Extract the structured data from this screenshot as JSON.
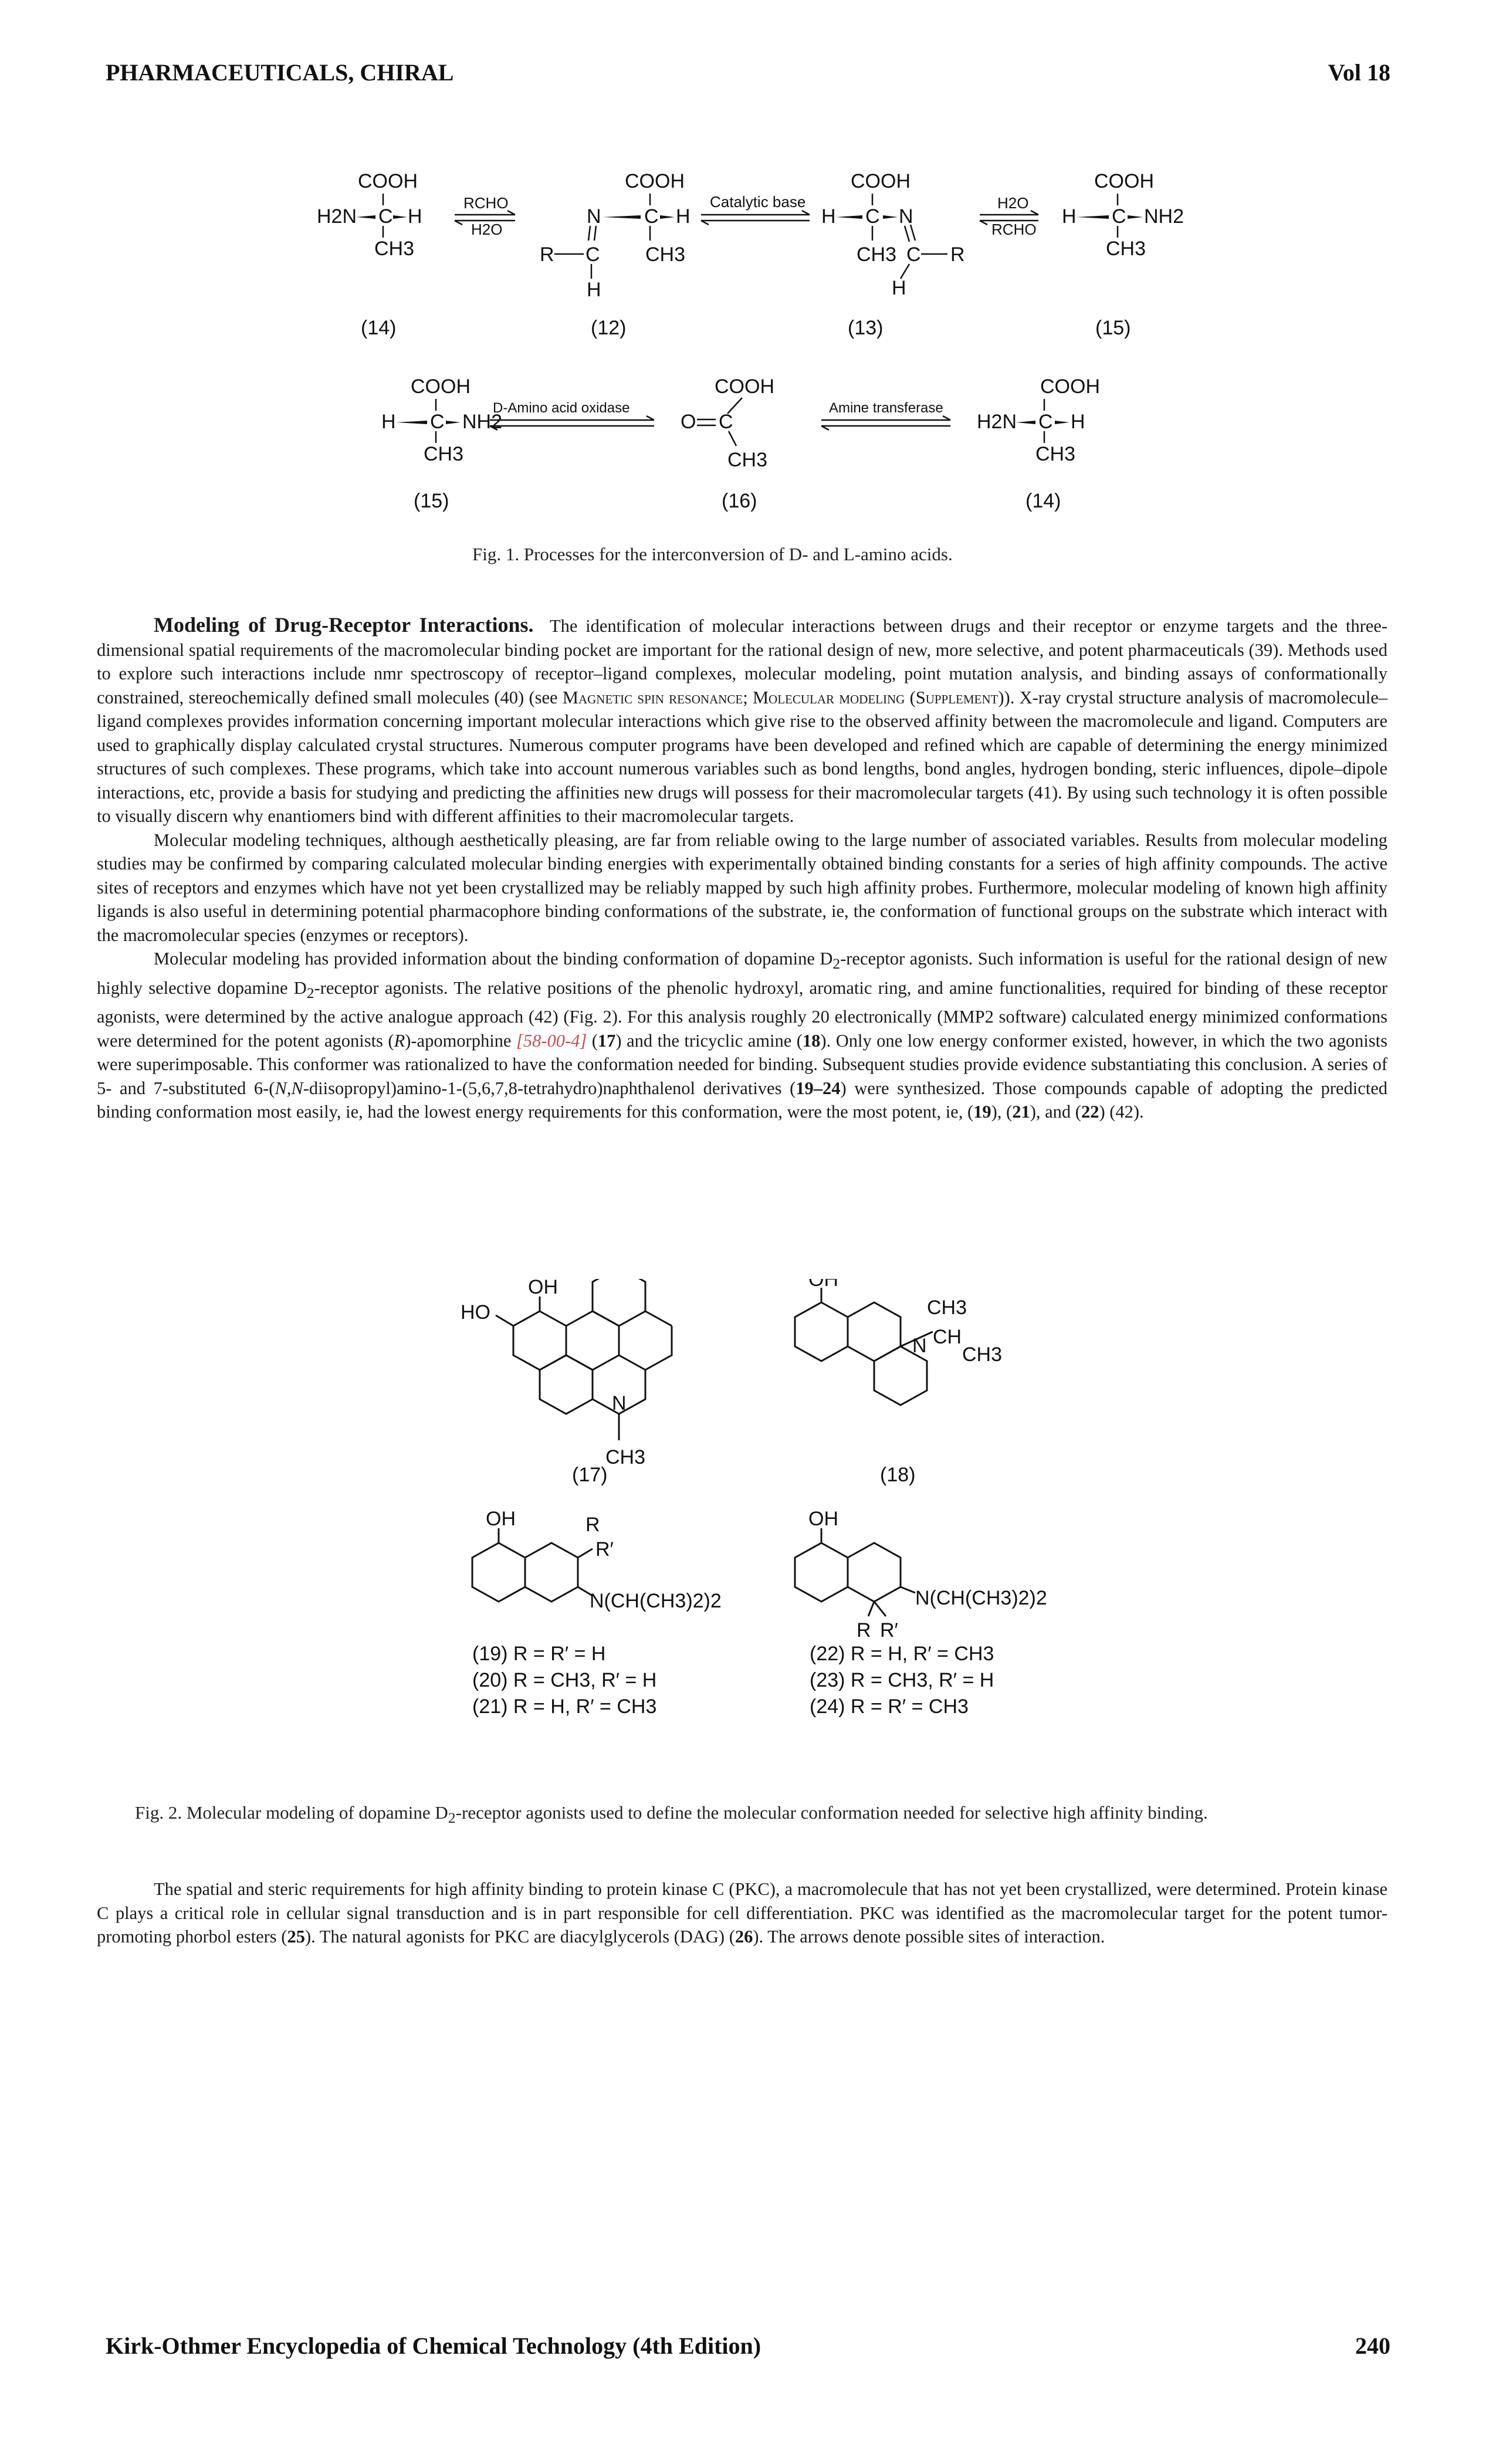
{
  "header": {
    "left": "PHARMACEUTICALS, CHIRAL",
    "right": "Vol 18"
  },
  "footer": {
    "left": "Kirk-Othmer Encyclopedia of Chemical Technology (4th Edition)",
    "right": "240"
  },
  "fig1": {
    "caption": "Fig. 1. Processes for the interconversion of D- and L-amino acids.",
    "row1": {
      "labels": [
        "(14)",
        "(12)",
        "(13)",
        "(15)"
      ],
      "cooh": "COOH",
      "ch3": "CH3",
      "h": "H",
      "r": "R",
      "n": "N",
      "c": "C",
      "h2n": "H2N",
      "nh2": "NH2",
      "arrow1_top": "RCHO",
      "arrow1_bottom": "H2O",
      "arrow2_top": "Catalytic base",
      "arrow3_top": "H2O",
      "arrow3_bottom": "RCHO"
    },
    "row2": {
      "labels": [
        "(15)",
        "(16)",
        "(14)"
      ],
      "arrow1_top": "D-Amino acid oxidase",
      "arrow2_top": "Amine transferase"
    }
  },
  "section": {
    "heading": "Modeling of Drug-Receptor Interactions.",
    "p1": [
      "The identification of molecular interactions between drugs and their receptor or enzyme targets and the three-dimensional spatial requirements of the macromolecular binding pocket are important for the rational design of new, more selective, and potent pharmaceuticals (39). Methods used to explore such interactions include nmr spectroscopy of receptor–ligand complexes, molecular modeling, point mutation analysis, and binding assays of conformationally constrained, stereochemically defined small molecules (40) (see ",
      "Magnetic spin resonance",
      "; ",
      "Molecular modeling (Supplement)",
      "). X-ray crystal structure analysis of macromolecule–ligand complexes provides information concerning important molecular interactions which give rise to the observed affinity between the macromolecule and ligand. Computers are used to graphically display calculated crystal structures. Numerous computer programs have been developed and refined which are capable of determining the energy minimized structures of such complexes. These programs, which take into account numerous variables such as bond lengths, bond angles, hydrogen bonding, steric influences, dipole–dipole interactions, etc, provide a basis for studying and predicting the affinities new drugs will possess for their macromolecular targets (41). By using such technology it is often possible to visually discern why enantiomers bind with different affinities to their macromolecular targets."
    ],
    "p2": "Molecular modeling techniques, although aesthetically pleasing, are far from reliable owing to the large number of associated variables. Results from molecular modeling studies may be confirmed by comparing calculated molecular binding energies with experimentally obtained binding constants for a series of high affinity compounds. The active sites of receptors and enzymes which have not yet been crystallized may be reliably mapped by such high affinity probes. Furthermore, molecular modeling of known high affinity ligands is also useful in determining potential pharmacophore binding conformations of the substrate, ie, the conformation of functional groups on the substrate which interact with the macromolecular species (enzymes or receptors).",
    "p3": {
      "a": "Molecular modeling has provided information about the binding conformation of dopamine D",
      "sub": "2",
      "b": "-receptor agonists. Such information is useful for the rational design of new highly selective dopamine D",
      "sub2": "2",
      "c": "-receptor agonists. The relative positions of the phenolic hydroxyl, aromatic ring, and amine functionalities, required for binding of these receptor agonists, were determined by the active analogue approach (42) (Fig. 2). For this analysis roughly 20 electronically (MMP2 software) calculated energy minimized conformations were determined for the potent agonists (",
      "r": "R",
      "d": ")-apomorphine ",
      "cas": "[58-00-4]",
      "e": " (",
      "n17": "17",
      "f": ") and the tricyclic amine (",
      "n18": "18",
      "g": "). Only one low energy conformer existed, however, in which the two agonists were superimposable. This conformer was rationalized to have the conformation needed for binding. Subsequent studies provide evidence substantiating this conclusion. A series of 5- and 7-substituted 6-(",
      "nn": "N,N",
      "h": "-diisopropyl)amino-1-(5,6,7,8-tetrahydro)naphthalenol derivatives (",
      "n1924": "19–24",
      "i": ") were synthesized. Those compounds capable of adopting the predicted binding conformation most easily, ie, had the lowest energy requirements for this conformation, were the most potent, ie, (",
      "n19": "19",
      "j": "), (",
      "n21": "21",
      "k": "), and (",
      "n22": "22",
      "l": ") (42)."
    },
    "p4": {
      "a": "The spatial and steric requirements for high affinity binding to protein kinase C (PKC), a macromolecule that has not yet been crystallized, were determined. Protein kinase C plays a critical role in cellular signal transduction and is in part responsible for cell differentiation. PKC was identified as the macromolecular target for the potent tumor-promoting phorbol esters (",
      "n25": "25",
      "b": "). The natural agonists for PKC are diacylglycerols (DAG) (",
      "n26": "26",
      "c": "). The arrows denote possible sites of interaction."
    }
  },
  "fig2": {
    "caption_a": "Fig. 2. Molecular modeling of dopamine D",
    "caption_sub": "2",
    "caption_b": "-receptor agonists used to define the molecular conformation needed for selective high affinity binding.",
    "labels": [
      "(17)",
      "(18)"
    ],
    "oh": "OH",
    "ho": "HO",
    "n": "N",
    "ch3": "CH3",
    "ch": "CH",
    "r": "R",
    "rp": "R′",
    "amine": "N(CH(CH3)2)2",
    "left_list": [
      "(19) R = R′ = H",
      "(20) R = CH3, R′ = H",
      "(21) R = H, R′ = CH3"
    ],
    "right_list": [
      "(22) R = H, R′ = CH3",
      "(23) R = CH3, R′ = H",
      "(24) R = R′ = CH3"
    ]
  }
}
